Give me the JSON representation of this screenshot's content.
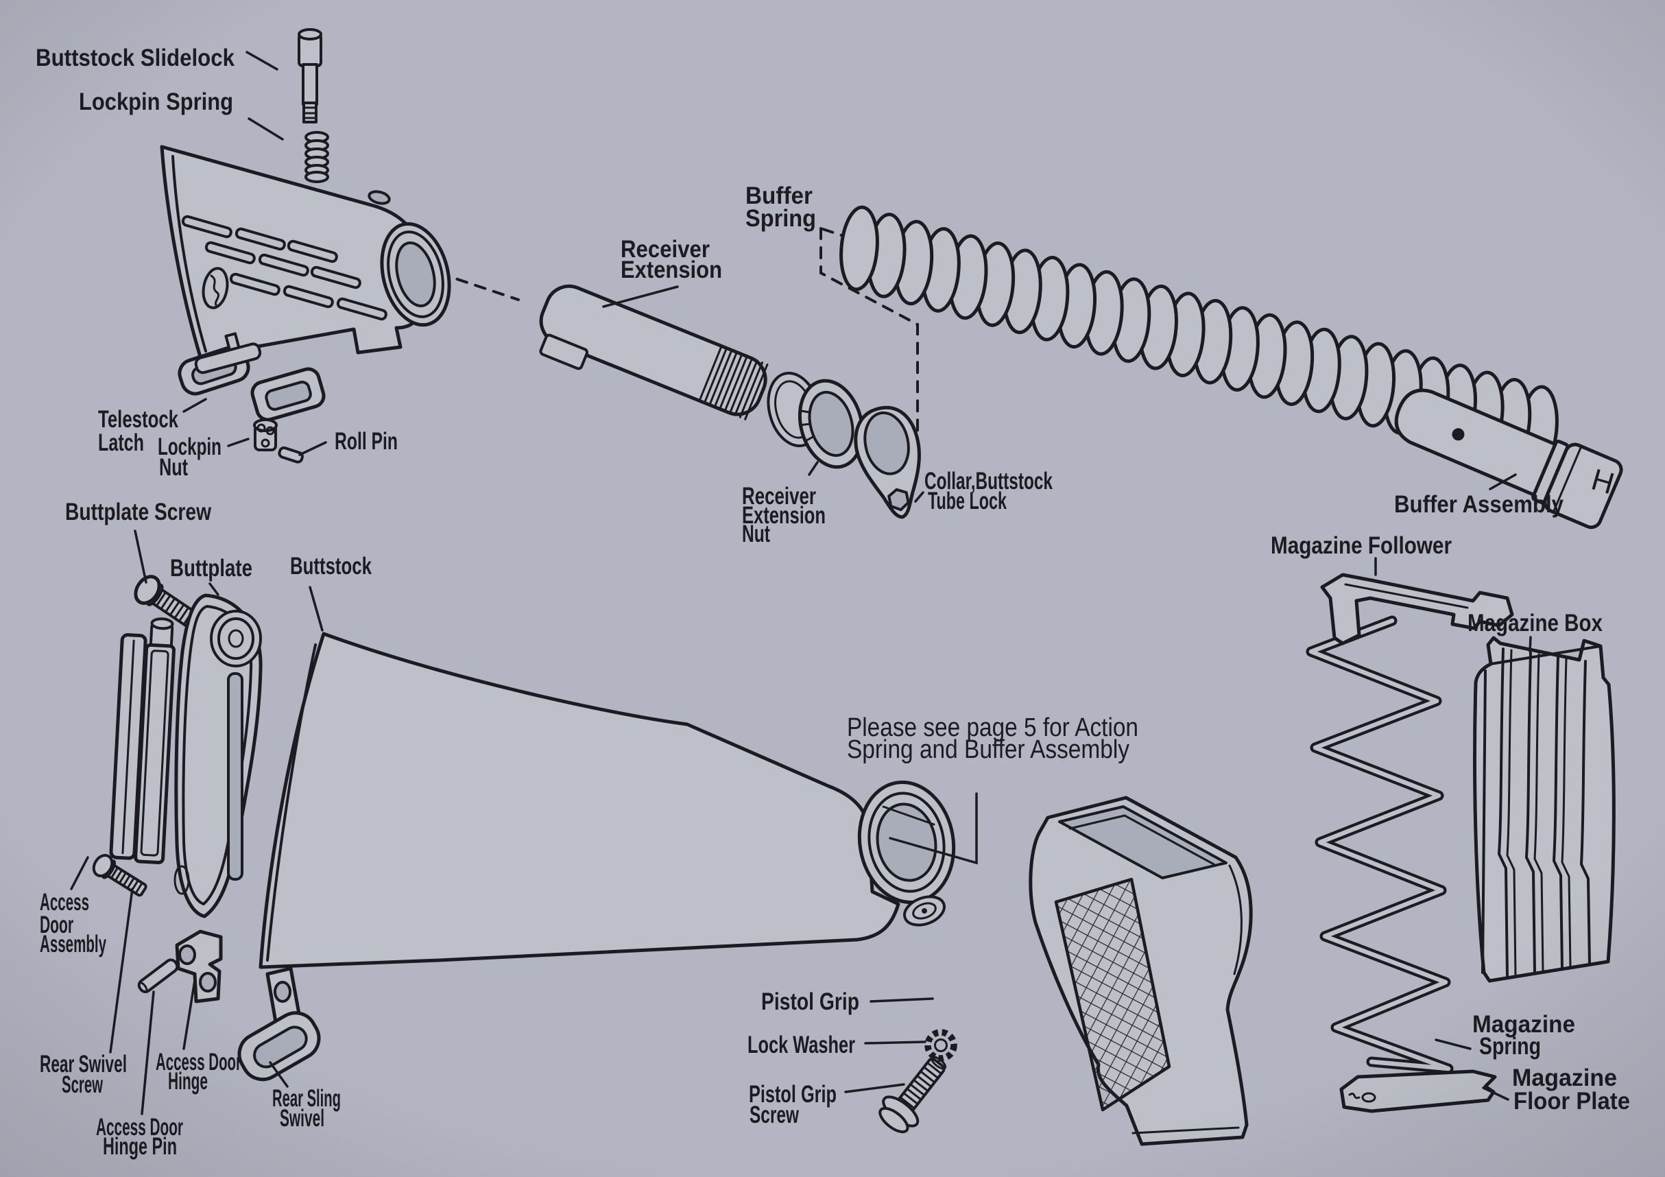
{
  "labels": {
    "buttstock_slidelock": "Buttstock Slidelock",
    "lockpin_spring": "Lockpin Spring",
    "receiver_extension": [
      "Receiver",
      "Extension"
    ],
    "buffer_spring": [
      "Buffer",
      "Spring"
    ],
    "telestock_latch": [
      "Telestock",
      "Latch"
    ],
    "lockpin_nut": [
      "Lockpin",
      "Nut"
    ],
    "roll_pin": "Roll Pin",
    "receiver_extension_nut": [
      "Receiver",
      "Extension",
      "Nut"
    ],
    "collar_buttstock_tube_lock": [
      "Collar,Buttstock",
      "Tube Lock"
    ],
    "buffer_assembly": "Buffer Assembly",
    "buffer_marking": "H",
    "buttplate_screw": "Buttplate Screw",
    "buttplate": "Buttplate",
    "buttstock": "Buttstock",
    "note": [
      "Please see page 5 for Action",
      "Spring and Buffer Assembly"
    ],
    "access_door_assembly": [
      "Access",
      "Door",
      "Assembly"
    ],
    "rear_swivel_screw": [
      "Rear Swivel",
      "Screw"
    ],
    "access_door_hinge": [
      "Access Door",
      "Hinge"
    ],
    "access_door_hinge_pin": [
      "Access Door",
      "Hinge Pin"
    ],
    "rear_sling_swivel": [
      "Rear Sling",
      "Swivel"
    ],
    "magazine_follower": "Magazine Follower",
    "magazine_box": "Magazine Box",
    "magazine_spring": [
      "Magazine",
      "Spring"
    ],
    "magazine_floor_plate": [
      "Magazine",
      "Floor Plate"
    ],
    "pistol_grip": "Pistol Grip",
    "lock_washer": "Lock Washer",
    "pistol_grip_screw": [
      "Pistol Grip",
      "Screw"
    ]
  },
  "colors": {
    "background": "#b3b5c2",
    "part_fill": "#bdc0c8",
    "hole_fill": "#a9acb9",
    "ink": "#1b1b21"
  }
}
